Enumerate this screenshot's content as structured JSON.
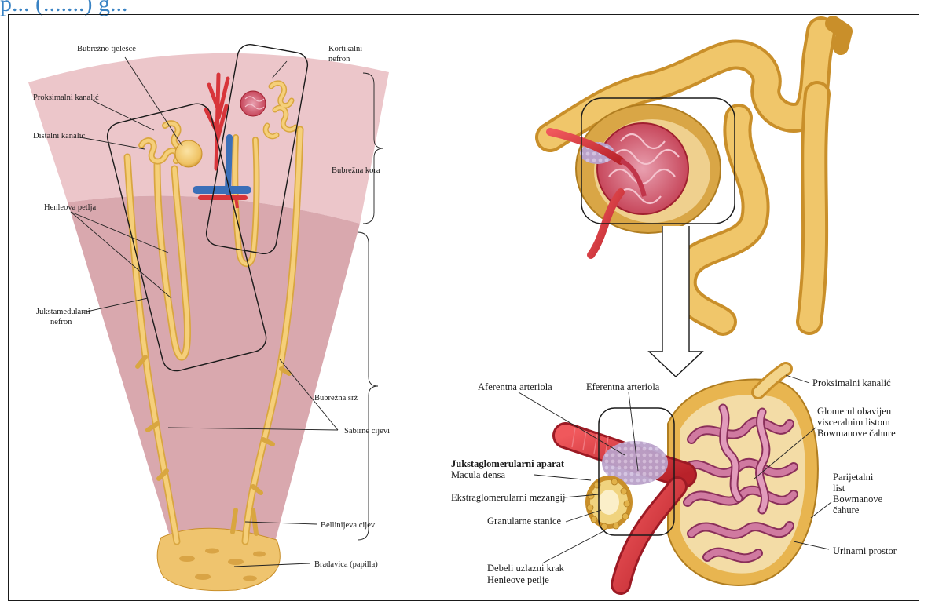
{
  "page_title_fragment": "p... (.......) g...",
  "left_figure": {
    "labels": {
      "bubrezno_tjelesce": "Bubrežno tjelešce",
      "kortikalni_nefron_1": "Kortikalni",
      "kortikalni_nefron_2": "nefron",
      "proksimalni_kanalic": "Proksimalni kanalić",
      "distalni_kanalic": "Distalni kanalić",
      "bubrezna_kora": "Bubrežna kora",
      "henleova_petlja": "Henleova petlja",
      "jukstamedularni_1": "Jukstamedularni",
      "jukstamedularni_2": "nefron",
      "bubrezna_srz": "Bubrežna srž",
      "sabirne_cijevi": "Sabirne cijevi",
      "bellinijeva_cijev": "Bellinijeva cijev",
      "bradavica": "Bradavica (papilla)"
    }
  },
  "right_figure": {
    "labels": {
      "aferentna_arteriola": "Aferentna arteriola",
      "eferentna_arteriola": "Eferentna arteriola",
      "proksimalni_kanalic": "Proksimalni kanalić",
      "glomerul_1": "Glomerul obavijen",
      "glomerul_2": "visceralnim listom",
      "glomerul_3": "Bowmanove čahure",
      "jukstaglomerularni_aparat": "Jukstaglomerularni aparat",
      "macula_densa": "Macula densa",
      "ekstraglomerularni_mezangij": "Ekstraglomerularni mezangij",
      "granularne_stanice": "Granularne stanice",
      "parijetalni_1": "Parijetalni",
      "parijetalni_2": "list",
      "parijetalni_3": "Bowmanove",
      "parijetalni_4": "čahure",
      "urinarni_prostor": "Urinarni prostor",
      "debeli_1": "Debeli uzlazni krak",
      "debeli_2": "Henleove petlje"
    }
  },
  "colors": {
    "tubule": "#f2c86a",
    "tubule_edge": "#d39a32",
    "cortex": "#ecc4c8",
    "medulla": "#d9a3aa",
    "artery": "#d8353a",
    "vein": "#3b6fb8",
    "glomerulus": "#c25a8c",
    "title_blue": "#3a83c4"
  }
}
